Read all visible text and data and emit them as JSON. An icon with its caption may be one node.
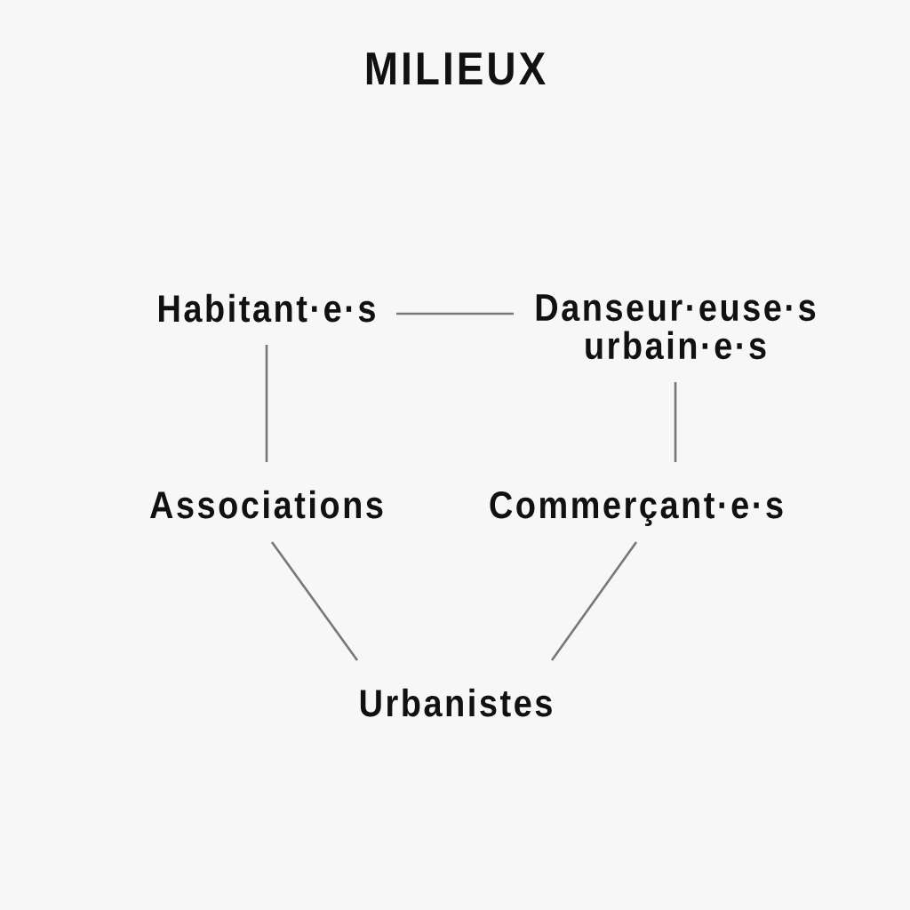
{
  "diagram": {
    "title": "MILIEUX",
    "nodes": [
      {
        "text": [
          "Habitant·e·s"
        ]
      },
      {
        "text": [
          "Danseur·euse·s urbain·e·s"
        ]
      },
      {
        "text": [
          "Associations"
        ]
      },
      {
        "text": [
          "Commerçant·e·s"
        ]
      },
      {
        "text": [
          "Urbanistes"
        ]
      }
    ],
    "edges": [
      {
        "from": 0,
        "to": 1,
        "arrow": "none"
      },
      {
        "from": 0,
        "to": 2,
        "arrow": "none"
      },
      {
        "from": 1,
        "to": 3,
        "arrow": "none"
      },
      {
        "from": 2,
        "to": 4,
        "arrow": "none"
      },
      {
        "from": 3,
        "to": 4,
        "arrow": "none"
      }
    ]
  }
}
